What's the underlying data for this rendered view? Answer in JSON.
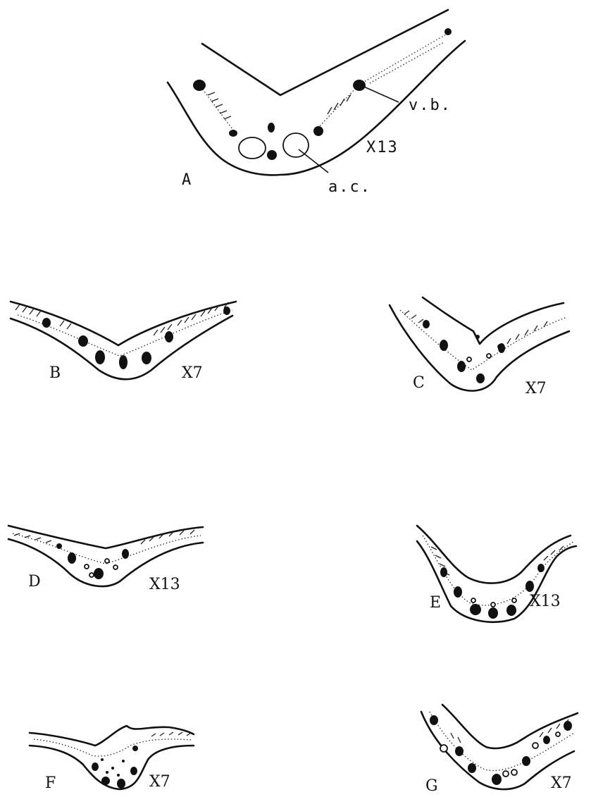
{
  "figure": {
    "panel_a": {
      "letter": "A",
      "scale": "X13",
      "callouts": {
        "vascular_bundle": "v.b.",
        "air_canal": "a.c."
      }
    },
    "panel_b": {
      "letter": "B",
      "scale": "X7"
    },
    "panel_c": {
      "letter": "C",
      "scale": "X7"
    },
    "panel_d": {
      "letter": "D",
      "scale": "X13"
    },
    "panel_e": {
      "letter": "E",
      "scale": "X13"
    },
    "panel_f": {
      "letter": "F",
      "scale": "X7"
    },
    "panel_g": {
      "letter": "G",
      "scale": "X7"
    }
  }
}
